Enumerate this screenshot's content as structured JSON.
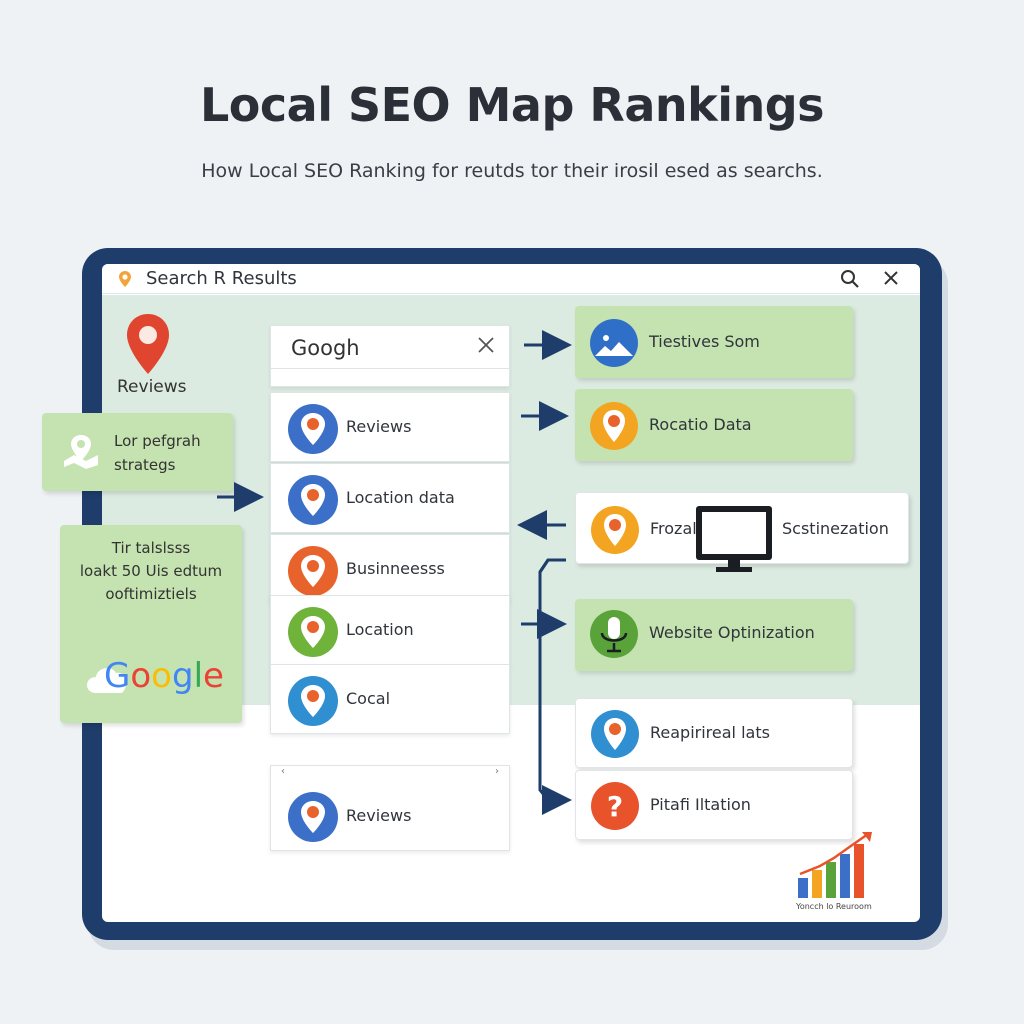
{
  "header": {
    "title": "Local SEO Map Rankings",
    "subtitle": "How Local SEO Ranking for reutds tor their irosil esed as searchs."
  },
  "window": {
    "title": "Search R Results",
    "search_icon": "search-icon",
    "close_icon": "close-icon"
  },
  "left": {
    "reviews_label": "Reviews",
    "strategy_line1": "Lor pefgrah",
    "strategy_line2": "strategs",
    "optimization_line1": "Tir talslsss",
    "optimization_line2": "loakt 50 Uis edtum",
    "optimization_line3": "ooftimiztiels",
    "logo_text": "Google"
  },
  "center": {
    "search_label": "Googh",
    "rows": [
      {
        "label": "Reviews",
        "color": "#3b6fc8"
      },
      {
        "label": "Location data",
        "color": "#3b6fc8"
      },
      {
        "label": "Businneesss",
        "color": "#e8632b"
      },
      {
        "label": "Location",
        "color": "#6fb33b"
      },
      {
        "label": "Cocal",
        "color": "#2f8fd0"
      }
    ],
    "bottom_label": "Reviews",
    "scroll_left": "‹",
    "scroll_right": "›"
  },
  "right": {
    "cards": [
      {
        "label": "Tiestives Som",
        "style": "green",
        "icon": "image-icon"
      },
      {
        "label": "Rocatio Data",
        "style": "green",
        "icon": "pin-icon"
      },
      {
        "label": "Frozal",
        "label2": "Scstinezation",
        "style": "white",
        "icon": "pin-icon"
      },
      {
        "label": "Website Optinization",
        "style": "green",
        "icon": "microphone-icon"
      },
      {
        "label": "Reapirireal lats",
        "style": "white",
        "icon": "pin-icon"
      },
      {
        "label": "Pitafi Iltation",
        "style": "white",
        "icon": "question-icon"
      }
    ],
    "chart_caption": "Yoncch lo Reuroom"
  },
  "colors": {
    "frame": "#1e3d6b",
    "green_card": "#c5e3b0",
    "screen_green": "#dcebe1",
    "arrow": "#1e3d6b"
  }
}
